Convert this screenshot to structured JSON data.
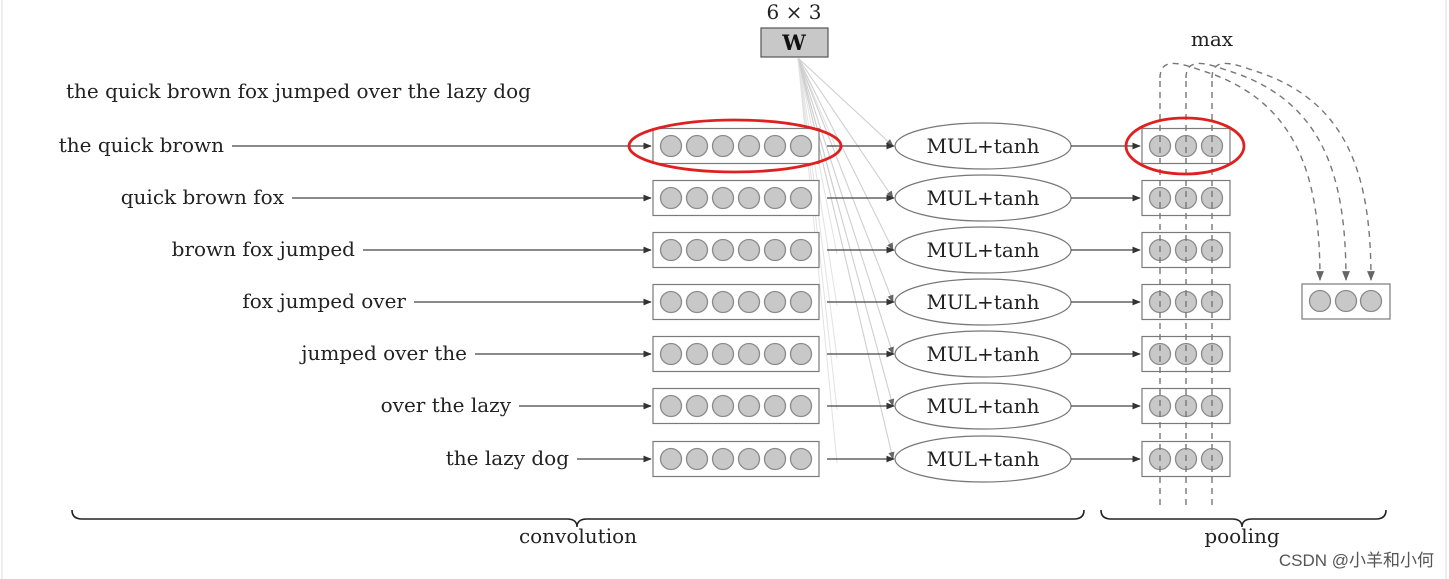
{
  "sentence": "the quick brown fox jumped over the lazy dog",
  "windows": [
    "the quick brown",
    "quick brown fox",
    "brown fox jumped",
    "fox jumped over",
    "jumped over the",
    "over the lazy",
    "the lazy dog"
  ],
  "weight": {
    "dims": "6 × 3",
    "label": "W"
  },
  "op_label": "MUL+tanh",
  "max_label": "max",
  "braces": {
    "convolution": "convolution",
    "pooling": "pooling"
  },
  "watermark": "CSDN @小羊和小何",
  "colors": {
    "node_fill": "#c8c8c8",
    "node_stroke": "#8a8a8a",
    "box_stroke": "#7a7a7a",
    "highlight": "#e02020",
    "weight_fill": "#c8c8c8"
  },
  "input_nodes_per_window": 6,
  "output_nodes_per_window": 3,
  "pooled_nodes": 3
}
